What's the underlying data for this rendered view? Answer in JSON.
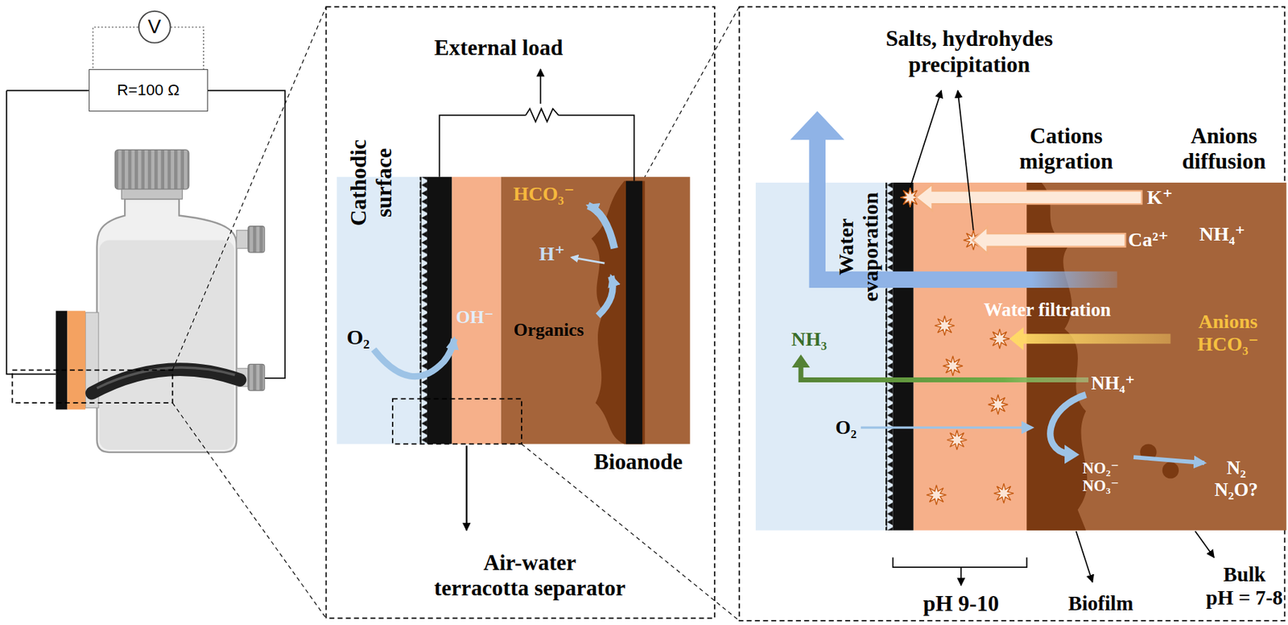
{
  "diagram": {
    "nodes": [
      {
        "text": [
          "V"
        ]
      },
      {
        "text": [
          "R=100 Ω"
        ]
      }
    ],
    "edges": [
      {
        "from": 0,
        "to": 1,
        "arrow": "none"
      },
      {
        "from": 0,
        "to": 1,
        "arrow": "none"
      }
    ],
    "labels": [
      "External load",
      "Cathodic surface",
      "HCO₃⁻",
      "H⁺",
      "OH⁻",
      "O₂",
      "Organics",
      "Bioanode",
      "Air-water terracotta separator",
      "Salts, hydrohydes precipitation",
      "Cations migration",
      "Anions diffusion",
      "Water evaporation",
      "K⁺",
      "Ca²⁺",
      "NH₄⁺",
      "Water filtration",
      "Anions HCO₃⁻",
      "NH₃",
      "NH₄⁺",
      "O₂",
      "NO₂⁻ NO₃⁻",
      "N₂ N₂O?",
      "pH 9-10",
      "Biofilm",
      "Bulk pH = 7-8"
    ]
  }
}
